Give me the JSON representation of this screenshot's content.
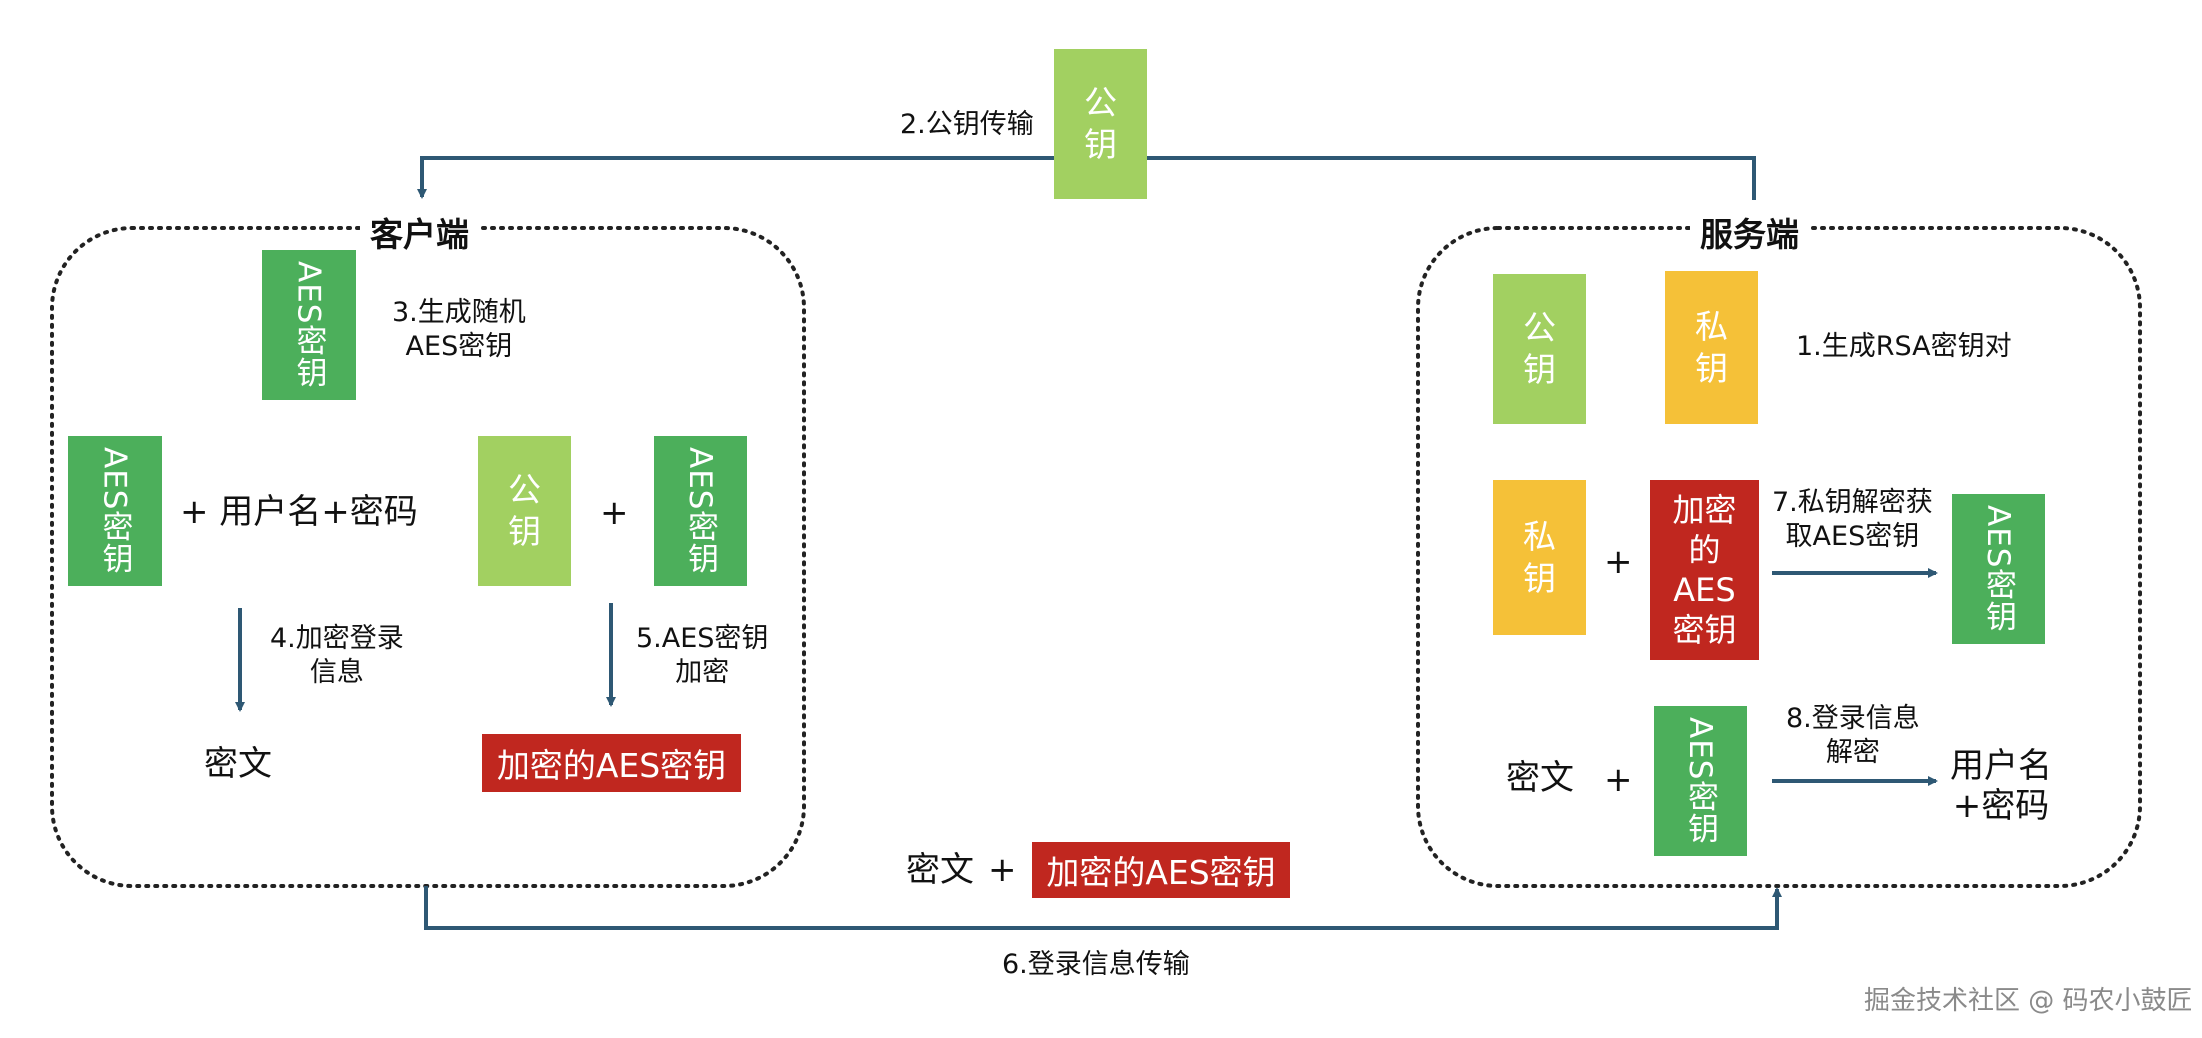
{
  "client": {
    "title": "客户端"
  },
  "server": {
    "title": "服务端"
  },
  "key_labels": {
    "aes_key": "AES密钥",
    "public_key": "公钥",
    "private_key": "私钥",
    "encrypted_aes_key": "加密的AES密钥",
    "encrypted_aes_key_stacked": [
      "加密",
      "的",
      "AES",
      "密钥"
    ],
    "public_key_stacked": [
      "公",
      "钥"
    ],
    "private_key_stacked": [
      "私",
      "钥"
    ]
  },
  "text": {
    "ciphertext": "密文",
    "plus": "+",
    "plus_username_password": "+ 用户名+密码",
    "username": "用户名",
    "plus_password": "+密码"
  },
  "steps": {
    "step1": "1.生成RSA密钥对",
    "step2": "2.公钥传输",
    "step3": [
      "3.生成随机",
      "AES密钥"
    ],
    "step4": [
      "4.加密登录",
      "信息"
    ],
    "step5": [
      "5.AES密钥",
      "加密"
    ],
    "step6": "6.登录信息传输",
    "step7": [
      "7.私钥解密获",
      "取AES密钥"
    ],
    "step8": [
      "8.登录信息",
      "解密"
    ]
  },
  "watermark": "掘金技术社区 @ 码农小鼓匠",
  "colors": {
    "aes_key": "#4caf5b",
    "public_key": "#a2d061",
    "private_key": "#f5c138",
    "encrypted": "#c0271f",
    "arrow": "#2e5874"
  }
}
